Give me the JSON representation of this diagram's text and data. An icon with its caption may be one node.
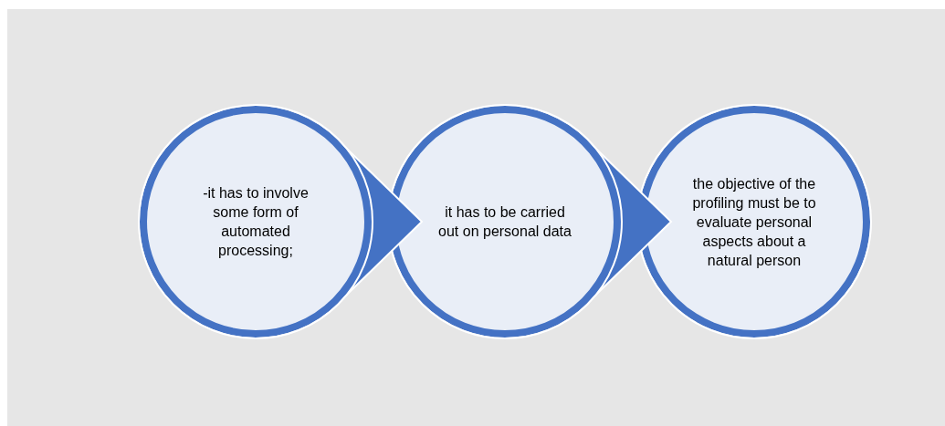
{
  "diagram": {
    "nodes": [
      {
        "text": [
          "-it has to involve some form of automated processing;"
        ]
      },
      {
        "text": [
          "it has to be carried out on personal data"
        ]
      },
      {
        "text": [
          "the objective of the profiling must be to evaluate personal aspects about a natural person"
        ]
      }
    ],
    "edges": [
      {
        "from": 0,
        "to": 1,
        "arrow": "to"
      },
      {
        "from": 1,
        "to": 2,
        "arrow": "to"
      }
    ]
  }
}
